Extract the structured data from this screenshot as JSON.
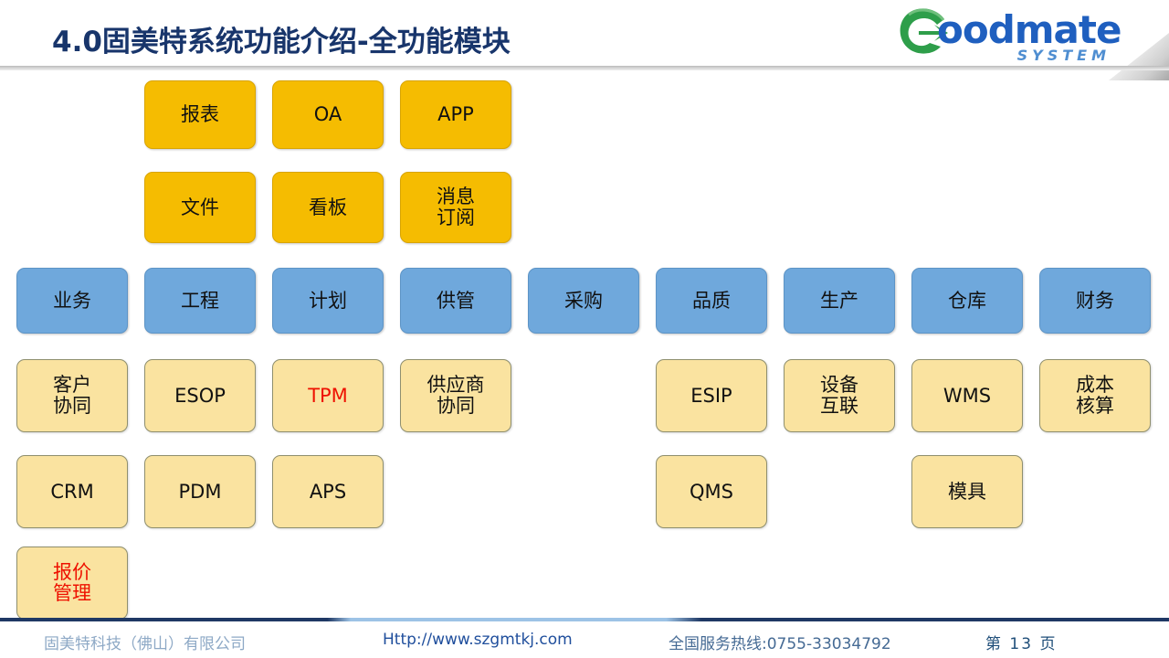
{
  "header": {
    "title": "4.0固美特系统功能介绍-全功能模块",
    "logo": {
      "wordmark": "oodmate",
      "mark_letter": "G",
      "subtitle": "SYSTEM",
      "green": "#2e9e4a",
      "blue": "#1f5fbf"
    }
  },
  "colors": {
    "title": "#18356b",
    "orange": "#F5BC01",
    "blue": "#6fa8dc",
    "cream": "#fae3a0",
    "highlight_text": "#ee1100",
    "footer_rule_dark": "#1f3864",
    "footer_rule_light": "#9dc3e6"
  },
  "diagram": {
    "top_modules_row1": [
      {
        "label": "报表",
        "style": "orange",
        "col": 1
      },
      {
        "label": "OA",
        "style": "orange",
        "col": 2
      },
      {
        "label": "APP",
        "style": "orange",
        "col": 3
      }
    ],
    "top_modules_row2": [
      {
        "label": "文件",
        "style": "orange",
        "col": 1
      },
      {
        "label": "看板",
        "style": "orange",
        "col": 2
      },
      {
        "label": "消息\n订阅",
        "style": "orange",
        "col": 3
      }
    ],
    "main_modules": [
      {
        "label": "业务",
        "style": "blue",
        "col": 1
      },
      {
        "label": "工程",
        "style": "blue",
        "col": 2
      },
      {
        "label": "计划",
        "style": "blue",
        "col": 3
      },
      {
        "label": "供管",
        "style": "blue",
        "col": 4
      },
      {
        "label": "采购",
        "style": "blue",
        "col": 5
      },
      {
        "label": "品质",
        "style": "blue",
        "col": 6
      },
      {
        "label": "生产",
        "style": "blue",
        "col": 7
      },
      {
        "label": "仓库",
        "style": "blue",
        "col": 8
      },
      {
        "label": "财务",
        "style": "blue",
        "col": 9
      }
    ],
    "sub_modules_row1": [
      {
        "label": "客户\n协同",
        "style": "cream",
        "col": 1,
        "highlight": false
      },
      {
        "label": "ESOP",
        "style": "cream",
        "col": 2,
        "highlight": false
      },
      {
        "label": "TPM",
        "style": "cream",
        "col": 3,
        "highlight": true
      },
      {
        "label": "供应商\n协同",
        "style": "cream",
        "col": 4,
        "highlight": false
      },
      {
        "label": "ESIP",
        "style": "cream",
        "col": 6,
        "highlight": false
      },
      {
        "label": "设备\n互联",
        "style": "cream",
        "col": 7,
        "highlight": false
      },
      {
        "label": "WMS",
        "style": "cream",
        "col": 8,
        "highlight": false
      },
      {
        "label": "成本\n核算",
        "style": "cream",
        "col": 9,
        "highlight": false
      }
    ],
    "sub_modules_row2": [
      {
        "label": "CRM",
        "style": "cream",
        "col": 1,
        "highlight": false
      },
      {
        "label": "PDM",
        "style": "cream",
        "col": 2,
        "highlight": false
      },
      {
        "label": "APS",
        "style": "cream",
        "col": 3,
        "highlight": false
      },
      {
        "label": "QMS",
        "style": "cream",
        "col": 6,
        "highlight": false
      },
      {
        "label": "模具",
        "style": "cream",
        "col": 8,
        "highlight": false
      }
    ],
    "sub_modules_row3": [
      {
        "label": "报价\n管理",
        "style": "cream",
        "col": 1,
        "highlight": true
      }
    ]
  },
  "footer": {
    "company": "固美特科技（佛山）有限公司",
    "url": "Http://www.szgmtkj.com",
    "hotline": "全国服务热线:0755-33034792",
    "page_number": "第  13  页"
  }
}
